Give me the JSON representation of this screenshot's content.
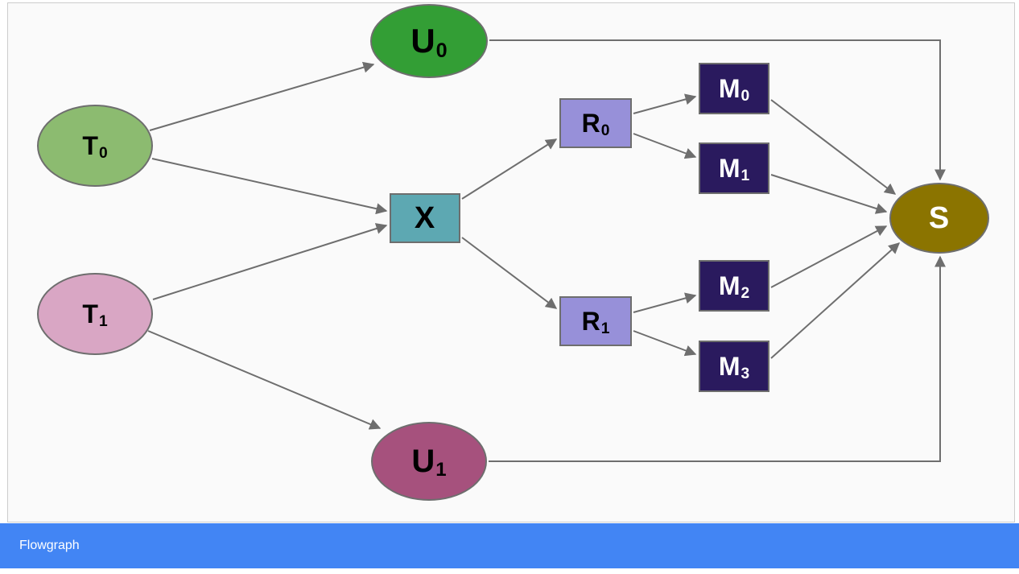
{
  "title_bar": {
    "label": "Flowgraph",
    "background": "#4285F4",
    "text_color": "#FFFFFF"
  },
  "graph": {
    "type": "flowgraph",
    "edge_color": "#6E6E6E",
    "nodes": {
      "T0": {
        "base": "T",
        "sub": "0",
        "shape": "ellipse",
        "fill": "#8CBB70",
        "text_color": "#000000"
      },
      "T1": {
        "base": "T",
        "sub": "1",
        "shape": "ellipse",
        "fill": "#D9A6C4",
        "text_color": "#000000"
      },
      "U0": {
        "base": "U",
        "sub": "0",
        "shape": "ellipse",
        "fill": "#339E35",
        "text_color": "#000000"
      },
      "U1": {
        "base": "U",
        "sub": "1",
        "shape": "ellipse",
        "fill": "#A6517D",
        "text_color": "#000000"
      },
      "X": {
        "base": "X",
        "sub": "",
        "shape": "rect",
        "fill": "#5DA8B2",
        "text_color": "#000000"
      },
      "R0": {
        "base": "R",
        "sub": "0",
        "shape": "rect",
        "fill": "#9790D9",
        "text_color": "#000000"
      },
      "R1": {
        "base": "R",
        "sub": "1",
        "shape": "rect",
        "fill": "#9790D9",
        "text_color": "#000000"
      },
      "M0": {
        "base": "M",
        "sub": "0",
        "shape": "rect",
        "fill": "#2A1A5E",
        "text_color": "#FFFFFF"
      },
      "M1": {
        "base": "M",
        "sub": "1",
        "shape": "rect",
        "fill": "#2A1A5E",
        "text_color": "#FFFFFF"
      },
      "M2": {
        "base": "M",
        "sub": "2",
        "shape": "rect",
        "fill": "#2A1A5E",
        "text_color": "#FFFFFF"
      },
      "M3": {
        "base": "M",
        "sub": "3",
        "shape": "rect",
        "fill": "#2A1A5E",
        "text_color": "#FFFFFF"
      },
      "S": {
        "base": "S",
        "sub": "",
        "shape": "ellipse",
        "fill": "#8B7400",
        "text_color": "#FFFFFF"
      }
    },
    "edges": [
      {
        "from": "T0",
        "to": "U0"
      },
      {
        "from": "T0",
        "to": "X"
      },
      {
        "from": "T1",
        "to": "X"
      },
      {
        "from": "T1",
        "to": "U1"
      },
      {
        "from": "X",
        "to": "R0"
      },
      {
        "from": "X",
        "to": "R1"
      },
      {
        "from": "R0",
        "to": "M0"
      },
      {
        "from": "R0",
        "to": "M1"
      },
      {
        "from": "R1",
        "to": "M2"
      },
      {
        "from": "R1",
        "to": "M3"
      },
      {
        "from": "M0",
        "to": "S"
      },
      {
        "from": "M1",
        "to": "S"
      },
      {
        "from": "M2",
        "to": "S"
      },
      {
        "from": "M3",
        "to": "S"
      },
      {
        "from": "U0",
        "to": "S"
      },
      {
        "from": "U1",
        "to": "S"
      }
    ]
  }
}
